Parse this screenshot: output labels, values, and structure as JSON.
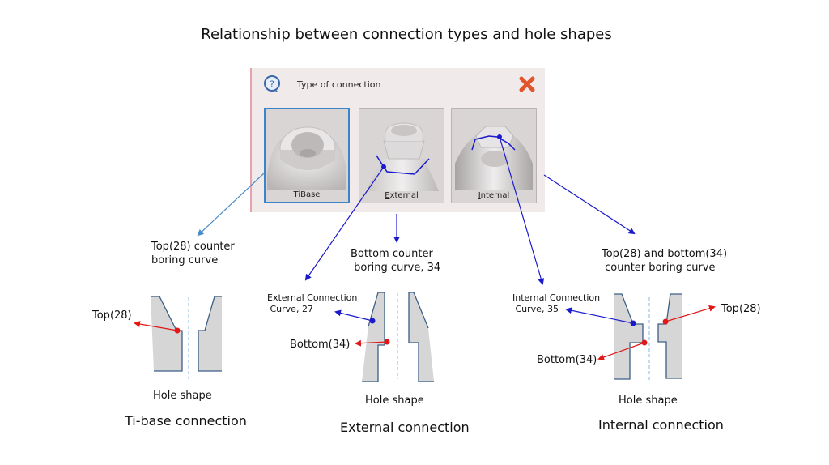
{
  "title": "Relationship between connection types and hole shapes",
  "dialog": {
    "title": "Type of connection",
    "icons": {
      "help": "help-question-icon",
      "close": "close-x-icon"
    },
    "options": [
      {
        "label_prefix": "",
        "label_accel": "T",
        "label_rest": "iBase",
        "selected": true
      },
      {
        "label_prefix": "",
        "label_accel": "E",
        "label_rest": "xternal",
        "selected": false
      },
      {
        "label_prefix": "",
        "label_accel": "I",
        "label_rest": "nternal",
        "selected": false
      }
    ]
  },
  "sections": {
    "tibase": {
      "caption_line1": "Top(28) counter",
      "caption_line2": "boring curve",
      "point_label": "Top(28)",
      "hole_label": "Hole shape",
      "name": "Ti-base connection"
    },
    "external": {
      "caption_line1": "Bottom counter",
      "caption_line2": " boring curve, 34",
      "curve_label_line1": "External Connection",
      "curve_label_line2": " Curve, 27",
      "point_label": "Bottom(34)",
      "hole_label": "Hole shape",
      "name": "External connection"
    },
    "internal": {
      "caption_line1": "Top(28) and bottom(34)",
      "caption_line2": " counter boring curve",
      "curve_label_line1": "Internal Connection",
      "curve_label_line2": " Curve, 35",
      "top_label": "Top(28)",
      "bottom_label": "Bottom(34)",
      "hole_label": "Hole shape",
      "name": "Internal connection"
    }
  },
  "colors": {
    "blue_arrow": "#1a1acc",
    "light_blue_arrow": "#4a8cc8",
    "red_arrow": "#e01818",
    "shape_fill": "#d6d6d6",
    "shape_stroke": "#3d5f86",
    "selected_border": "#3c84c8"
  }
}
